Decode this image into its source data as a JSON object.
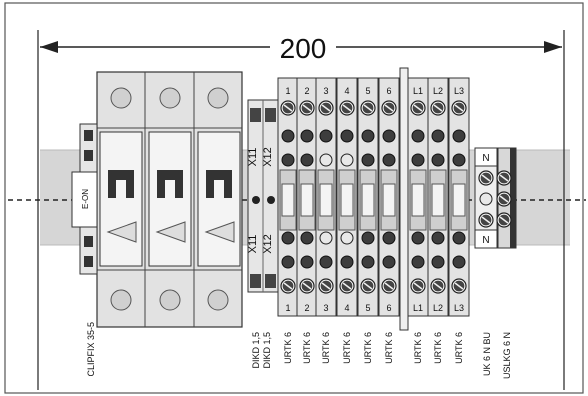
{
  "dimension": {
    "value": "200"
  },
  "breaker": {
    "mark": "E-ON",
    "label": "CLIPFIX 35-5"
  },
  "dikd": {
    "x11": "X11",
    "x12": "X12",
    "labels": [
      "DIKD 1,5",
      "DIKD 1,5"
    ]
  },
  "terminals": {
    "top_numbers": [
      "1",
      "2",
      "3",
      "4",
      "5",
      "6",
      "L1",
      "L2",
      "L3"
    ],
    "bottom_numbers": [
      "1",
      "2",
      "3",
      "4",
      "5",
      "6",
      "L1",
      "L2",
      "L3"
    ],
    "labels": [
      "URTK 6",
      "URTK 6",
      "URTK 6",
      "URTK 6",
      "URTK 6",
      "URTK 6",
      "URTK 6",
      "URTK 6",
      "URTK 6"
    ]
  },
  "neutral": {
    "top": "N",
    "bottom": "N",
    "labels": [
      "UK 6 N BU",
      "USLKG 6 N"
    ]
  },
  "colors": {
    "rail": "#d4d4d4",
    "terminal": "#e3e3e3",
    "screw": "#3a3a3a",
    "frame": "#555555"
  }
}
